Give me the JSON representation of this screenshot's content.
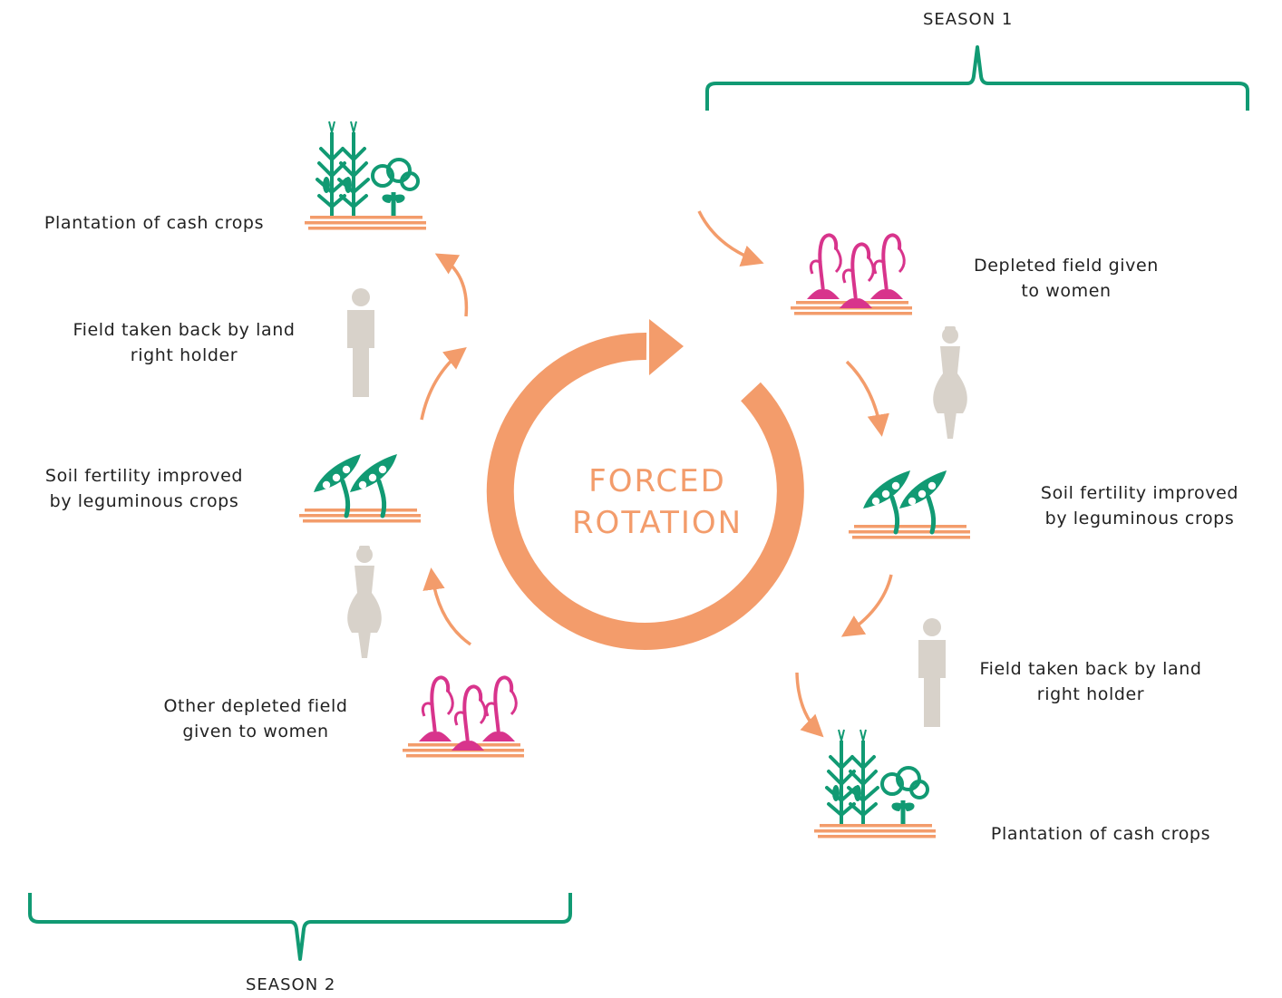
{
  "colors": {
    "orange": "#f39c6b",
    "green": "#119a73",
    "magenta": "#d8348c",
    "figure": "#d8d2ca",
    "text": "#222222"
  },
  "center": {
    "line1": "FORCED",
    "line2": "ROTATION"
  },
  "seasons": {
    "season1": "SEASON 1",
    "season2": "SEASON 2"
  },
  "season1_steps": {
    "depleted_given": [
      "Depleted field given",
      "to women"
    ],
    "soil_improved": [
      "Soil fertility improved",
      "by leguminous crops"
    ],
    "taken_back": [
      "Field taken back by land",
      "right holder"
    ],
    "cash_crops": "Plantation of cash crops"
  },
  "season2_steps": {
    "depleted_given": [
      "Other depleted field",
      "given to women"
    ],
    "soil_improved": [
      "Soil fertility improved",
      "by leguminous crops"
    ],
    "taken_back": [
      "Field taken back by land",
      "right holder"
    ],
    "cash_crops": "Plantation of cash crops"
  },
  "icons": {
    "cash_crops": "maize-and-cotton-icon",
    "depleted": "wilted-plants-icon",
    "legumes": "legume-pods-icon",
    "man": "man-silhouette-icon",
    "woman": "woman-silhouette-icon"
  }
}
